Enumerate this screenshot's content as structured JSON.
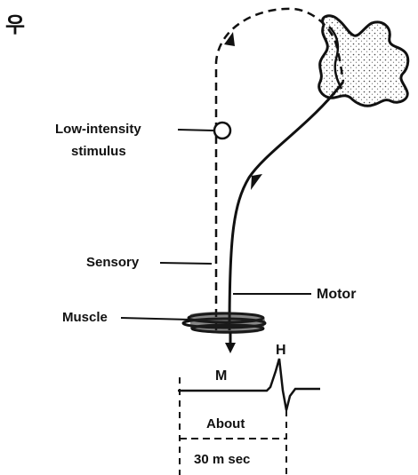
{
  "labels": {
    "corner_symbol": "우",
    "stimulus_line1": "Low-intensity",
    "stimulus_line2": "stimulus",
    "sensory": "Sensory",
    "motor": "Motor",
    "muscle": "Muscle",
    "m_wave": "M",
    "h_wave": "H",
    "interval_line1": "About",
    "interval_line2": "30 m sec"
  },
  "colors": {
    "ink": "#111111",
    "cord_fill": "#f3f3f3",
    "background": "#ffffff"
  }
}
